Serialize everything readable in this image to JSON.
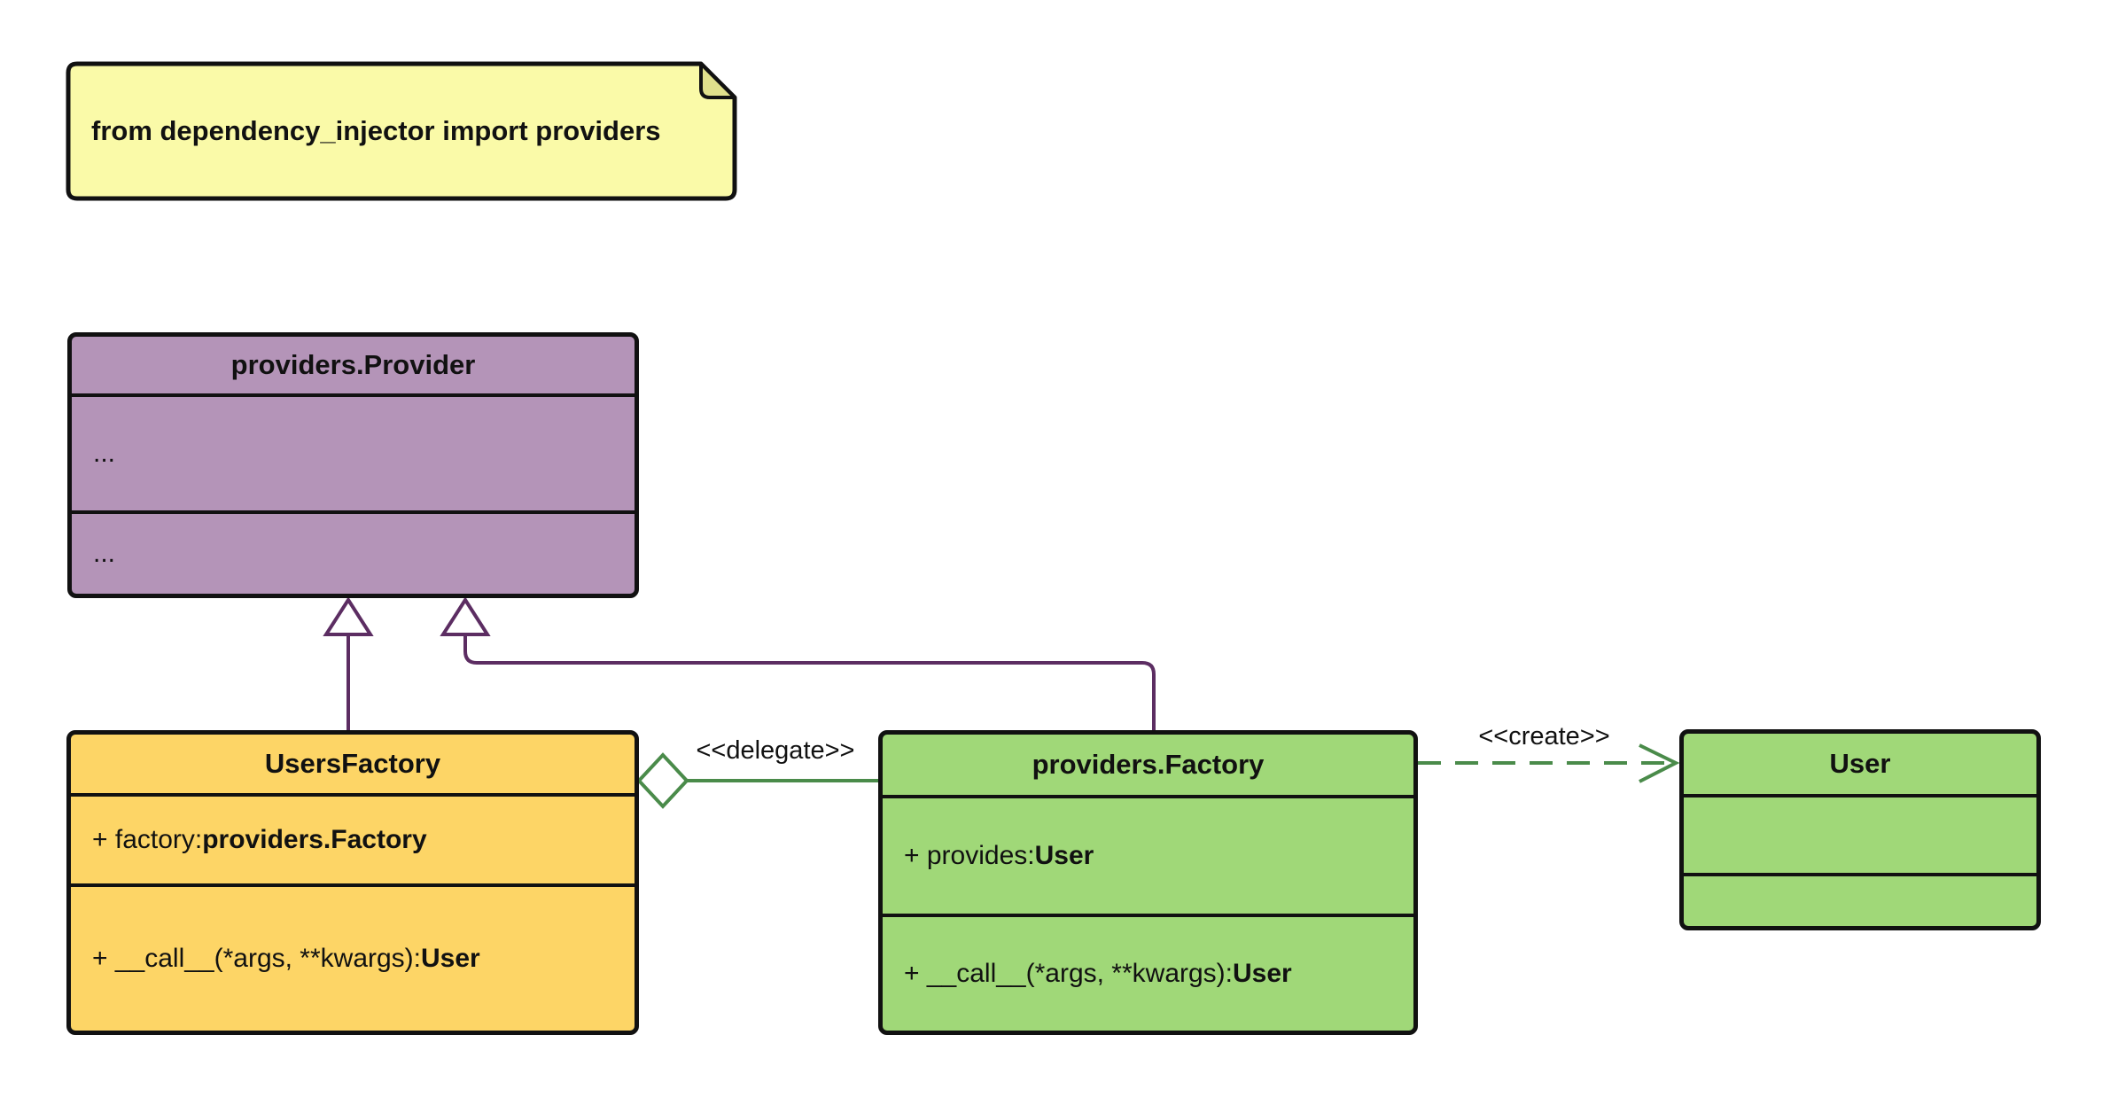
{
  "note": {
    "text": "from dependency_injector import providers"
  },
  "classes": {
    "provider": {
      "title": "providers.Provider",
      "attr_placeholder": "...",
      "method_placeholder": "..."
    },
    "users_factory": {
      "title": "UsersFactory",
      "attr_prefix": "+ factory: ",
      "attr_type": "providers.Factory",
      "method_prefix": "+ __call__(*args, **kwargs): ",
      "method_type": "User"
    },
    "factory": {
      "title": "providers.Factory",
      "attr_prefix": "+ provides: ",
      "attr_type": "User",
      "method_prefix": "+ __call__(*args, **kwargs): ",
      "method_type": "User"
    },
    "user": {
      "title": "User"
    }
  },
  "relations": {
    "delegate_label": "<<delegate>>",
    "create_label": "<<create>>"
  },
  "colors": {
    "note_fill": "#FAFAA8",
    "note_fold": "#E0E08C",
    "provider_fill": "#B494B8",
    "users_factory_fill": "#FDD566",
    "factory_fill": "#A0D878",
    "user_fill": "#A0D878",
    "inheritance_line": "#5C2D62",
    "delegate_line": "#4A8B4A",
    "create_line": "#4A8B4A",
    "border": "#111111",
    "background": "#FFFFFF"
  }
}
